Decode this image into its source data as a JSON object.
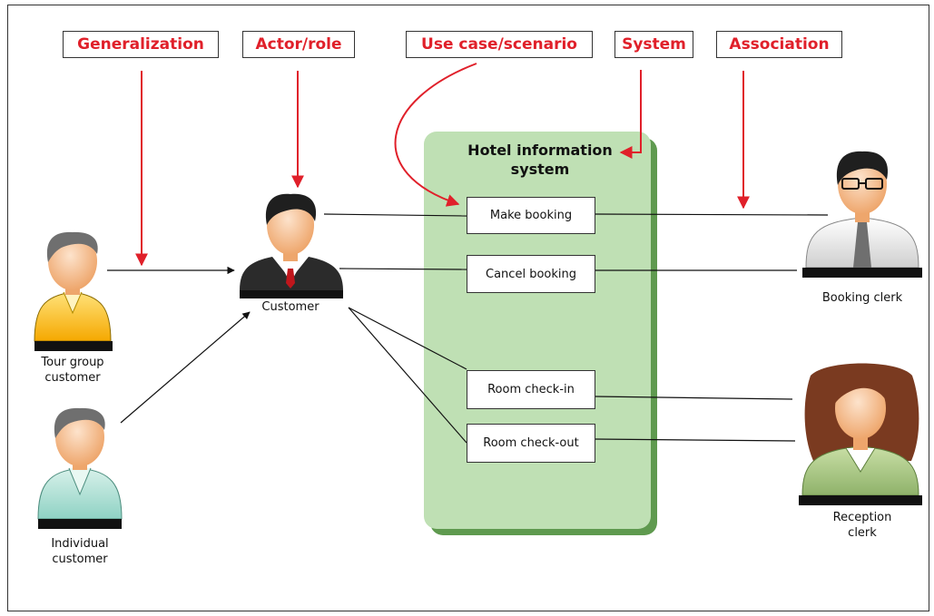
{
  "terms": {
    "generalization": "Generalization",
    "actor_role": "Actor/role",
    "use_case": "Use case/scenario",
    "system": "System",
    "association": "Association"
  },
  "system": {
    "title_line1": "Hotel information",
    "title_line2": "system"
  },
  "use_cases": {
    "make_booking": "Make booking",
    "cancel_booking": "Cancel booking",
    "room_check_in": "Room check-in",
    "room_check_out": "Room check-out"
  },
  "actors": {
    "customer": "Customer",
    "tour_group_line1": "Tour group",
    "tour_group_line2": "customer",
    "individual_line1": "Individual",
    "individual_line2": "customer",
    "booking_clerk": "Booking clerk",
    "reception_line1": "Reception",
    "reception_line2": "clerk"
  },
  "colors": {
    "term_red": "#e0202a",
    "system_fill": "#bfe0b4",
    "system_shadow": "#5f9a4f"
  }
}
